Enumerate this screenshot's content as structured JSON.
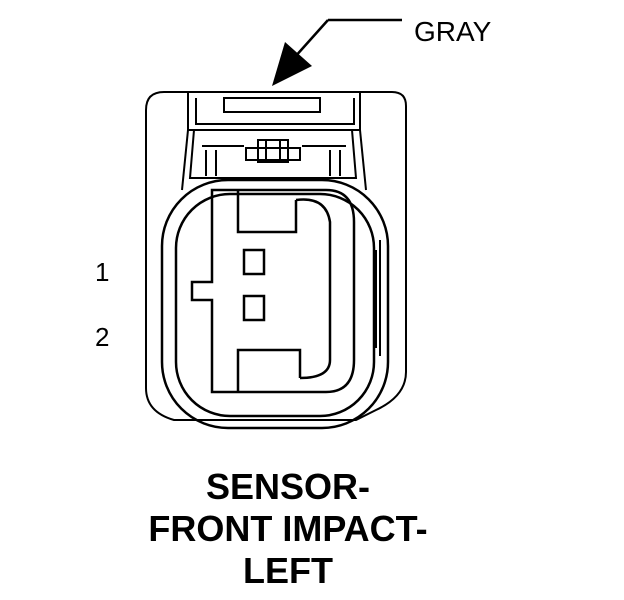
{
  "connector": {
    "color_label": "GRAY",
    "pins": [
      {
        "label": "1"
      },
      {
        "label": "2"
      }
    ]
  },
  "title": {
    "line1": "SENSOR-",
    "line2": "FRONT IMPACT-",
    "line3": "LEFT"
  }
}
